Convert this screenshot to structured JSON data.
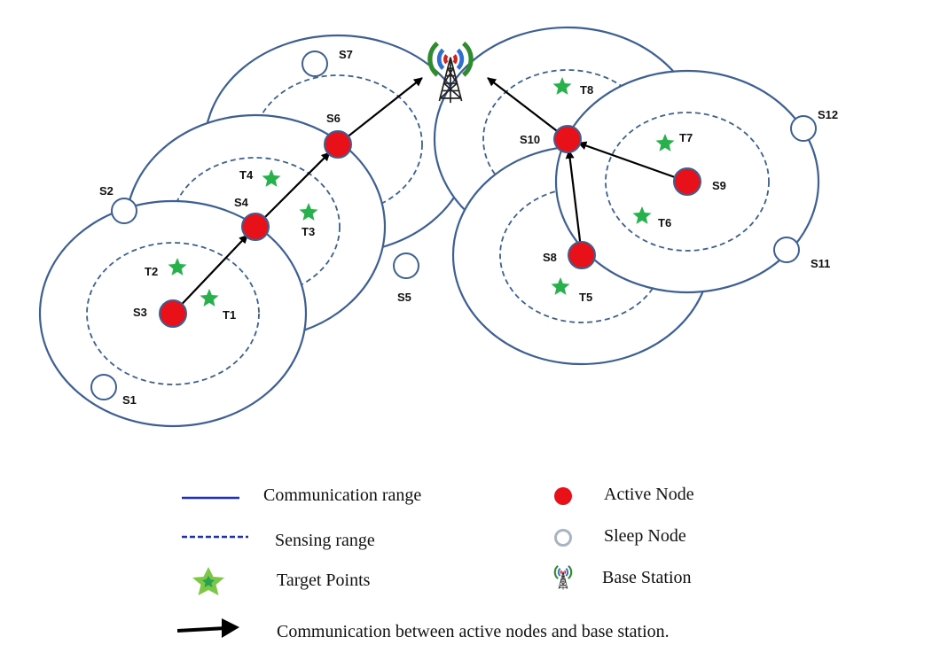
{
  "diagram": {
    "colors": {
      "range_stroke": "#3d5f94",
      "active_node": "#e8111a",
      "sleep_node_stroke": "#3d5f94",
      "target": "#27b04b",
      "arrow": "#000000"
    },
    "coverage_nodes": [
      "S6",
      "S4",
      "S3",
      "S10",
      "S8",
      "S9"
    ],
    "nodes": [
      {
        "id": "S1",
        "status": "sleep"
      },
      {
        "id": "S2",
        "status": "sleep"
      },
      {
        "id": "S3",
        "status": "active"
      },
      {
        "id": "S4",
        "status": "active"
      },
      {
        "id": "S5",
        "status": "sleep"
      },
      {
        "id": "S6",
        "status": "active"
      },
      {
        "id": "S7",
        "status": "sleep"
      },
      {
        "id": "S8",
        "status": "active"
      },
      {
        "id": "S9",
        "status": "active"
      },
      {
        "id": "S10",
        "status": "active"
      },
      {
        "id": "S11",
        "status": "sleep"
      },
      {
        "id": "S12",
        "status": "sleep"
      }
    ],
    "targets": [
      "T1",
      "T2",
      "T3",
      "T4",
      "T5",
      "T6",
      "T7",
      "T8"
    ],
    "links": [
      [
        "S3",
        "S4"
      ],
      [
        "S4",
        "S6"
      ],
      [
        "S6",
        "BS"
      ],
      [
        "S10",
        "BS"
      ],
      [
        "S9",
        "S10"
      ],
      [
        "S8",
        "S10"
      ]
    ],
    "base_station_icon": "radio-tower-icon"
  },
  "legend": {
    "communication_range": "Communication  range",
    "sensing_range": "Sensing  range",
    "target_points": "Target Points",
    "active_node": "Active Node",
    "sleep_node": "Sleep Node",
    "base_station": "Base Station",
    "communication_arrow": "Communication between active nodes and base station."
  }
}
